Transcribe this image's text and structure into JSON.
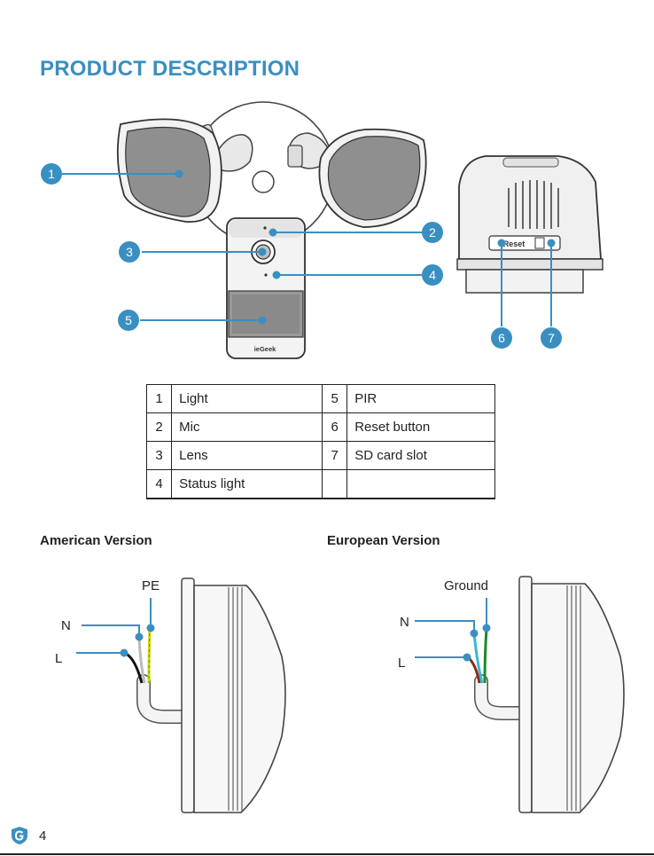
{
  "page": {
    "title": "PRODUCT DESCRIPTION",
    "page_number": "4",
    "logo_icon": "shield-g-logo",
    "accent_color": "#3a8fc1"
  },
  "diagram": {
    "markers": [
      "1",
      "2",
      "3",
      "4",
      "5",
      "6",
      "7"
    ],
    "brand_label": "ieGeek",
    "reset_label": "Reset"
  },
  "table": {
    "rows": [
      {
        "n1": "1",
        "l1": "Light",
        "n2": "5",
        "l2": "PIR"
      },
      {
        "n1": "2",
        "l1": "Mic",
        "n2": "6",
        "l2": "Reset button"
      },
      {
        "n1": "3",
        "l1": "Lens",
        "n2": "7",
        "l2": "SD card slot"
      },
      {
        "n1": "4",
        "l1": "Status light",
        "n2": "",
        "l2": ""
      }
    ]
  },
  "wiring": {
    "american": {
      "heading": "American Version",
      "ground": "PE",
      "neutral": "N",
      "live": "L"
    },
    "european": {
      "heading": "European Version",
      "ground": "Ground",
      "neutral": "N",
      "live": "L"
    }
  }
}
